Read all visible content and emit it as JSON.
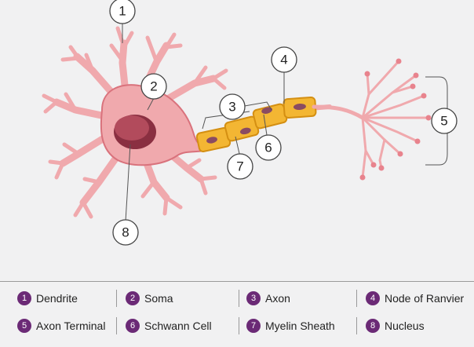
{
  "callouts": [
    {
      "num": "1"
    },
    {
      "num": "2"
    },
    {
      "num": "3"
    },
    {
      "num": "4"
    },
    {
      "num": "5"
    },
    {
      "num": "6"
    },
    {
      "num": "7"
    },
    {
      "num": "8"
    }
  ],
  "legend": {
    "items": [
      {
        "num": "1",
        "label": "Dendrite"
      },
      {
        "num": "2",
        "label": "Soma"
      },
      {
        "num": "3",
        "label": "Axon"
      },
      {
        "num": "4",
        "label": "Node of Ranvier"
      },
      {
        "num": "5",
        "label": "Axon Terminal"
      },
      {
        "num": "6",
        "label": "Schwann Cell"
      },
      {
        "num": "7",
        "label": "Myelin Sheath"
      },
      {
        "num": "8",
        "label": "Nucleus"
      }
    ]
  },
  "colors": {
    "cell_body": "#f0a9ad",
    "cell_outline": "#d9727c",
    "nucleus": "#b24b5c",
    "nucleus_dark": "#8a2f41",
    "myelin": "#f3b633",
    "myelin_outline": "#d48f12",
    "schwann_nucleus": "#8a4b62",
    "badge": "#6b2a76"
  }
}
